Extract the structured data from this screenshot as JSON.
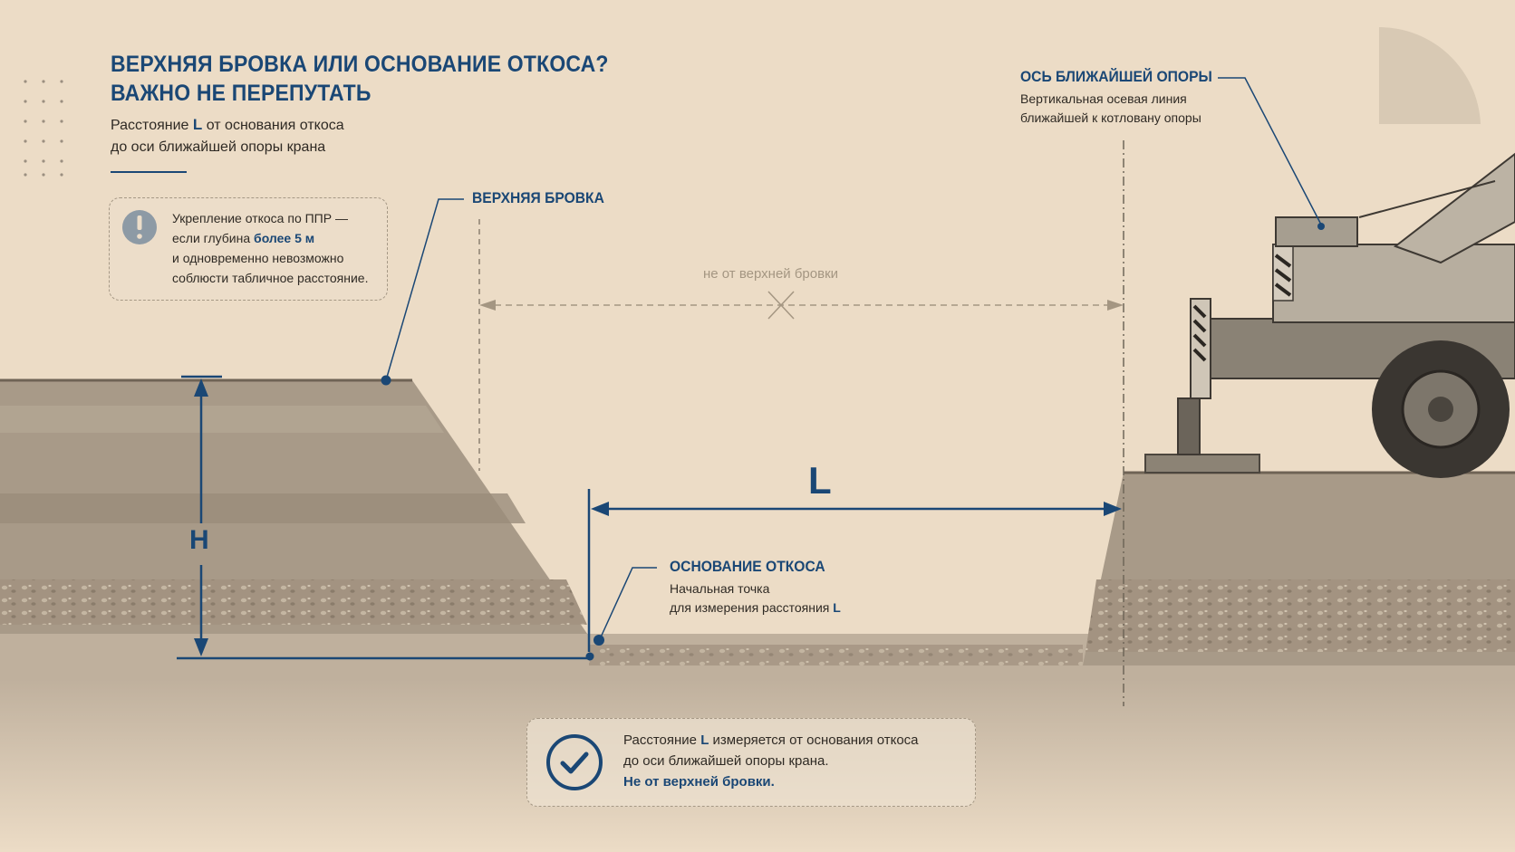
{
  "header": {
    "title_line1": "ВЕРХНЯЯ БРОВКА ИЛИ ОСНОВАНИЕ ОТКОСА?",
    "title_line2": "ВАЖНО НЕ ПЕРЕПУТАТЬ",
    "subtitle_part1": "Расстояние",
    "subtitle_L": "L",
    "subtitle_part2": "от основания откоса",
    "subtitle_line2": "до оси ближайшей опоры крана"
  },
  "warning": {
    "icon": "exclamation-icon",
    "line1": "Укрепление откоса по ППР —",
    "line2_prefix": "если глубина",
    "line2_bold": "более 5 м",
    "line3": "и одновременно невозможно",
    "line4": "соблюсти табличное расстояние."
  },
  "labels": {
    "top_edge": "ВЕРХНЯЯ БРОВКА",
    "not_from_top": "не от верхней бровки",
    "slope_base_title": "ОСНОВАНИЕ ОТКОСА",
    "slope_base_line1": "Начальная точка",
    "slope_base_line2_prefix": "для измерения расстояния",
    "slope_base_line2_L": "L",
    "axis_title": "ОСЬ БЛИЖАЙШЕЙ ОПОРЫ",
    "axis_line1": "Вертикальная осевая линия",
    "axis_line2": "ближайшей к котловану опоры",
    "distance_L": "L",
    "depth_H": "H"
  },
  "conclusion": {
    "icon": "checkmark-icon",
    "line1_prefix": "Расстояние",
    "line1_L": "L",
    "line1_suffix": "измеряется от основания откоса",
    "line2": "до оси ближайшей опоры крана.",
    "line3_bold": "Не от верхней бровки."
  },
  "colors": {
    "accent": "#1a4775",
    "background": "#ecdcc6",
    "soil": "#9c8e7d",
    "muted": "#a49682"
  }
}
